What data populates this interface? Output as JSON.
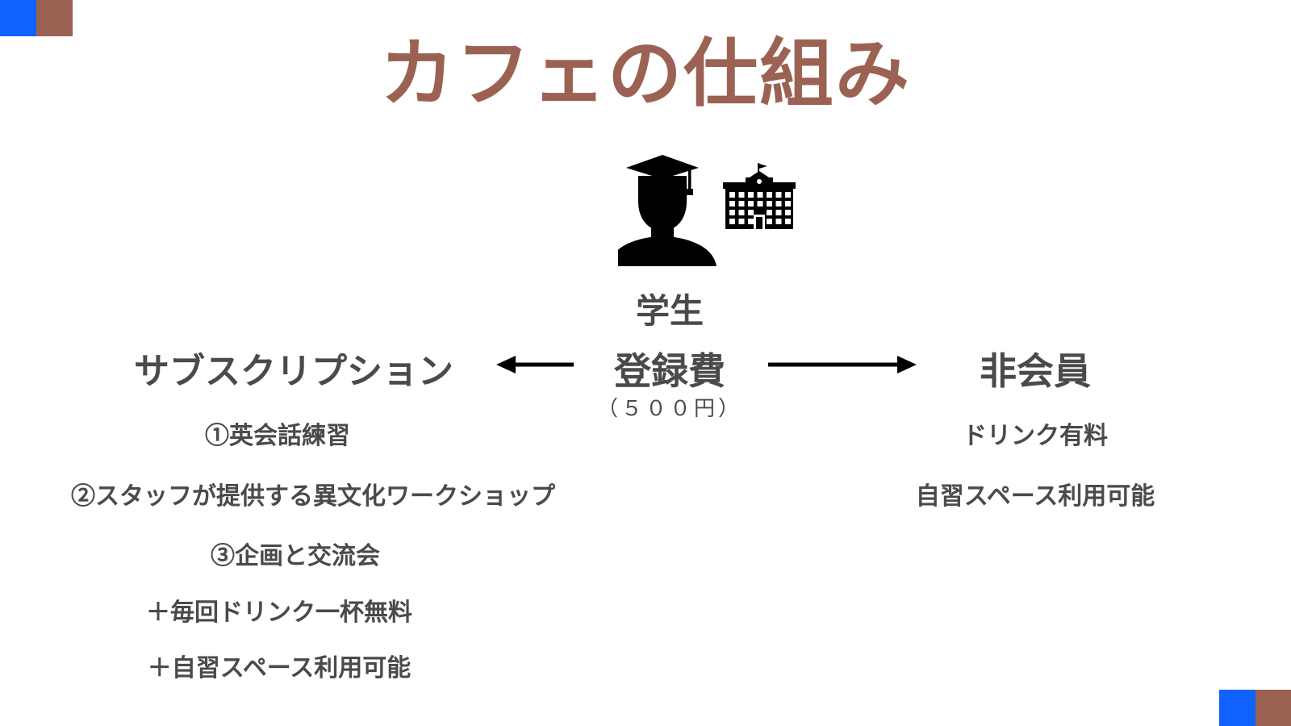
{
  "title": "カフェの仕組み",
  "colors": {
    "accent_brown": "#9b6253",
    "accent_blue": "#0f62fe",
    "text_gray": "#4a4a4a",
    "icon_black": "#000000"
  },
  "center": {
    "icons": [
      "graduate-student-icon",
      "school-building-icon"
    ],
    "student_label": "学生",
    "fee_label": "登録費",
    "fee_price": "（５００円）"
  },
  "subscription": {
    "heading": "サブスクリプション",
    "items": [
      "①英会話練習",
      "②スタッフが提供する異文化ワークショップ",
      "③企画と交流会",
      "＋毎回ドリンク一杯無料",
      "＋自習スペース利用可能"
    ]
  },
  "nonmember": {
    "heading": "非会員",
    "items": [
      "ドリンク有料",
      "自習スペース利用可能"
    ]
  }
}
